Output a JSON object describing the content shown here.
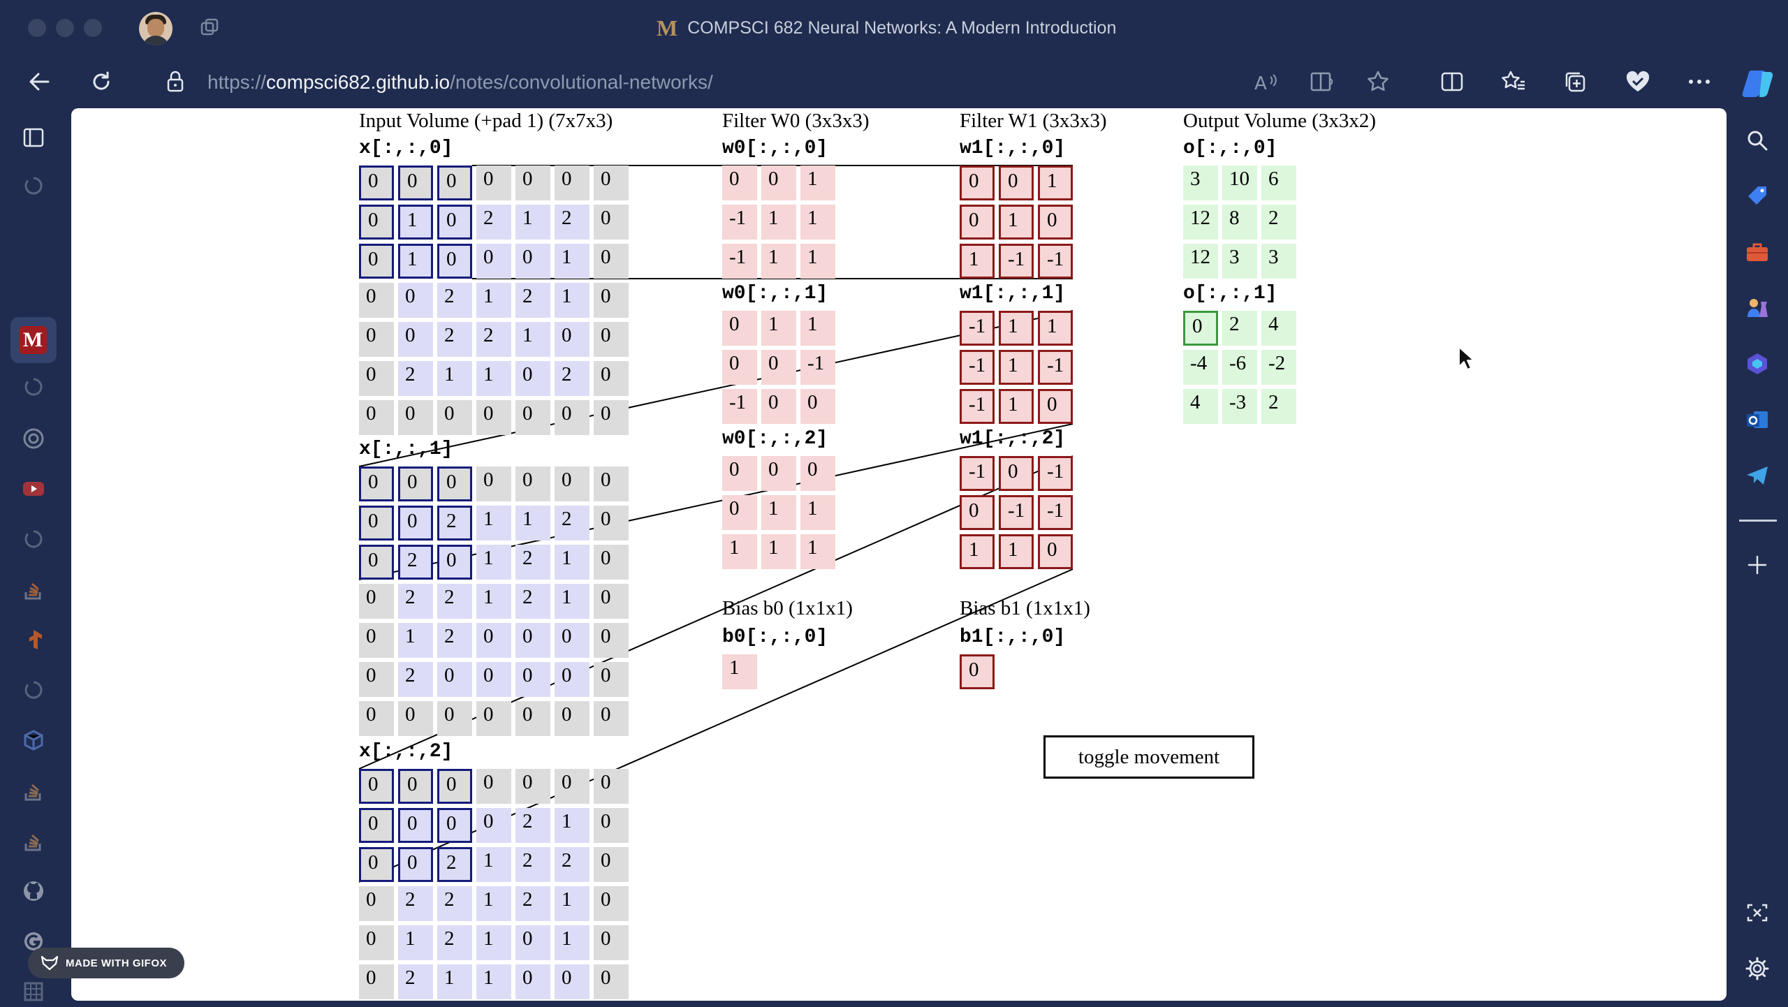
{
  "window": {
    "title": "COMPSCI 682 Neural Networks: A Modern Introduction",
    "favicon_letter": "M"
  },
  "browser": {
    "url_prefix": "https://",
    "url_host": "compsci682.github.io",
    "url_path": "/notes/convolutional-networks/"
  },
  "sidebar": {
    "active_item_letter": "M"
  },
  "demo": {
    "input_title": "Input Volume (+pad 1) (7x7x3)",
    "filter0_title": "Filter W0 (3x3x3)",
    "filter1_title": "Filter W1 (3x3x3)",
    "output_title": "Output Volume (3x3x2)",
    "bias0_title": "Bias b0 (1x1x1)",
    "bias1_title": "Bias b1 (1x1x1)",
    "toggle_label": "toggle movement",
    "x_labels": [
      "x[:,:,0]",
      "x[:,:,1]",
      "x[:,:,2]"
    ],
    "w0_labels": [
      "w0[:,:,0]",
      "w0[:,:,1]",
      "w0[:,:,2]"
    ],
    "w1_labels": [
      "w1[:,:,0]",
      "w1[:,:,1]",
      "w1[:,:,2]"
    ],
    "o_labels": [
      "o[:,:,0]",
      "o[:,:,1]"
    ],
    "b0_label": "b0[:,:,0]",
    "b1_label": "b1[:,:,0]",
    "x": [
      [
        [
          "0",
          "0",
          "0",
          "0",
          "0",
          "0",
          "0"
        ],
        [
          "0",
          "1",
          "0",
          "2",
          "1",
          "2",
          "0"
        ],
        [
          "0",
          "1",
          "0",
          "0",
          "0",
          "1",
          "0"
        ],
        [
          "0",
          "0",
          "2",
          "1",
          "2",
          "1",
          "0"
        ],
        [
          "0",
          "0",
          "2",
          "2",
          "1",
          "0",
          "0"
        ],
        [
          "0",
          "2",
          "1",
          "1",
          "0",
          "2",
          "0"
        ],
        [
          "0",
          "0",
          "0",
          "0",
          "0",
          "0",
          "0"
        ]
      ],
      [
        [
          "0",
          "0",
          "0",
          "0",
          "0",
          "0",
          "0"
        ],
        [
          "0",
          "0",
          "2",
          "1",
          "1",
          "2",
          "0"
        ],
        [
          "0",
          "2",
          "0",
          "1",
          "2",
          "1",
          "0"
        ],
        [
          "0",
          "2",
          "2",
          "1",
          "2",
          "1",
          "0"
        ],
        [
          "0",
          "1",
          "2",
          "0",
          "0",
          "0",
          "0"
        ],
        [
          "0",
          "2",
          "0",
          "0",
          "0",
          "0",
          "0"
        ],
        [
          "0",
          "0",
          "0",
          "0",
          "0",
          "0",
          "0"
        ]
      ],
      [
        [
          "0",
          "0",
          "0",
          "0",
          "0",
          "0",
          "0"
        ],
        [
          "0",
          "0",
          "0",
          "0",
          "2",
          "1",
          "0"
        ],
        [
          "0",
          "0",
          "2",
          "1",
          "2",
          "2",
          "0"
        ],
        [
          "0",
          "2",
          "2",
          "1",
          "2",
          "1",
          "0"
        ],
        [
          "0",
          "1",
          "2",
          "1",
          "0",
          "1",
          "0"
        ],
        [
          "0",
          "2",
          "1",
          "1",
          "0",
          "0",
          "0"
        ]
      ]
    ],
    "w0": [
      [
        [
          "0",
          "0",
          "1"
        ],
        [
          "-1",
          "1",
          "1"
        ],
        [
          "-1",
          "1",
          "1"
        ]
      ],
      [
        [
          "0",
          "1",
          "1"
        ],
        [
          "0",
          "0",
          "-1"
        ],
        [
          "-1",
          "0",
          "0"
        ]
      ],
      [
        [
          "0",
          "0",
          "0"
        ],
        [
          "0",
          "1",
          "1"
        ],
        [
          "1",
          "1",
          "1"
        ]
      ]
    ],
    "w1": [
      [
        [
          "0",
          "0",
          "1"
        ],
        [
          "0",
          "1",
          "0"
        ],
        [
          "1",
          "-1",
          "-1"
        ]
      ],
      [
        [
          "-1",
          "1",
          "1"
        ],
        [
          "-1",
          "1",
          "-1"
        ],
        [
          "-1",
          "1",
          "0"
        ]
      ],
      [
        [
          "-1",
          "0",
          "-1"
        ],
        [
          "0",
          "-1",
          "-1"
        ],
        [
          "1",
          "1",
          "0"
        ]
      ]
    ],
    "b0": "1",
    "b1": "0",
    "o": [
      [
        [
          "3",
          "10",
          "6"
        ],
        [
          "12",
          "8",
          "2"
        ],
        [
          "12",
          "3",
          "3"
        ]
      ],
      [
        [
          "0",
          "2",
          "4"
        ],
        [
          "-4",
          "-6",
          "-2"
        ],
        [
          "4",
          "-3",
          "2"
        ]
      ]
    ]
  },
  "watermark": "MADE WITH GIFOX",
  "colors": {
    "chrome_bg": "#1f2c4f",
    "pad_cell": "#dcdcdc",
    "input_cell": "#dcdcf7",
    "weight_cell": "#f6d6d6",
    "output_cell": "#dcf7dc",
    "input_highlight": "#151c7a",
    "weight_highlight": "#8c1a1a",
    "output_highlight": "#3a9a3a"
  }
}
